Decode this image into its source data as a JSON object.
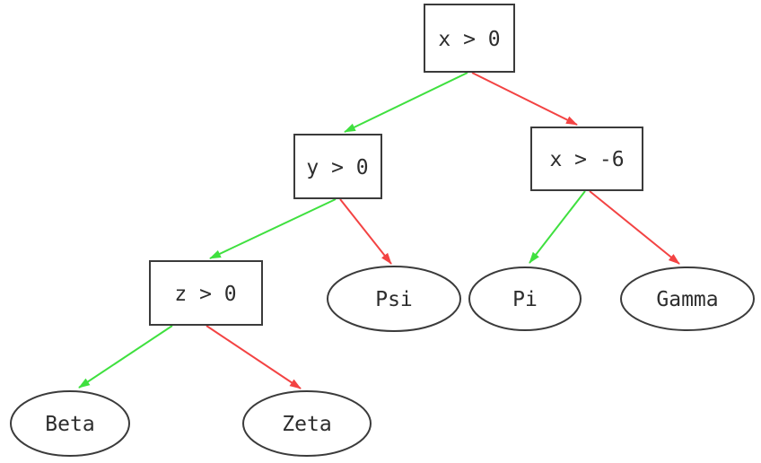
{
  "diagram": {
    "type": "decision-tree",
    "nodes": {
      "root": {
        "label": "x > 0",
        "shape": "rect"
      },
      "y0": {
        "label": "y > 0",
        "shape": "rect"
      },
      "xm6": {
        "label": "x > -6",
        "shape": "rect"
      },
      "z0": {
        "label": "z > 0",
        "shape": "rect"
      },
      "psi": {
        "label": "Psi",
        "shape": "ellipse"
      },
      "pi": {
        "label": "Pi",
        "shape": "ellipse"
      },
      "gamma": {
        "label": "Gamma",
        "shape": "ellipse"
      },
      "beta": {
        "label": "Beta",
        "shape": "ellipse"
      },
      "zeta": {
        "label": "Zeta",
        "shape": "ellipse"
      }
    },
    "edges": [
      {
        "from": "x > 0",
        "to": "y > 0",
        "branch": "true"
      },
      {
        "from": "x > 0",
        "to": "x > -6",
        "branch": "false"
      },
      {
        "from": "y > 0",
        "to": "z > 0",
        "branch": "true"
      },
      {
        "from": "y > 0",
        "to": "Psi",
        "branch": "false"
      },
      {
        "from": "x > -6",
        "to": "Pi",
        "branch": "true"
      },
      {
        "from": "x > -6",
        "to": "Gamma",
        "branch": "false"
      },
      {
        "from": "z > 0",
        "to": "Beta",
        "branch": "true"
      },
      {
        "from": "z > 0",
        "to": "Zeta",
        "branch": "false"
      }
    ],
    "colors": {
      "true_edge": "#3fe03f",
      "false_edge": "#f34343",
      "node_border": "#3b3b3b",
      "text": "#2d2d2d",
      "background": "#ffffff"
    }
  }
}
